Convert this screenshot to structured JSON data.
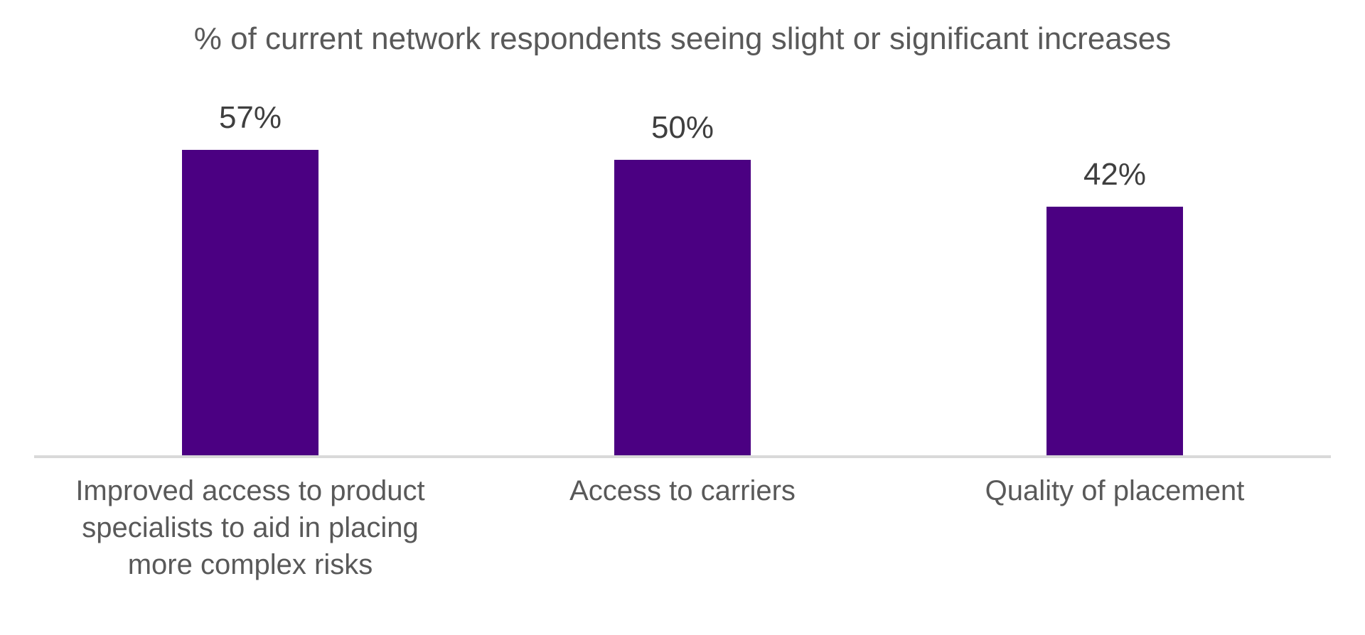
{
  "chart_data": {
    "type": "bar",
    "title": "% of current network respondents seeing slight or significant increases",
    "categories": [
      "Improved access to product specialists to aid in placing more complex risks",
      "Access to carriers",
      "Quality of placement"
    ],
    "values": [
      57,
      50,
      42
    ],
    "value_labels": [
      "57%",
      "50%",
      "42%"
    ],
    "xlabel": "",
    "ylabel": "",
    "ylim": [
      0,
      60
    ],
    "grid": false,
    "legend": "none",
    "bar_color": "#4b0082",
    "title_color": "#595959",
    "category_label_color": "#595959",
    "value_label_color": "#3f3f3f",
    "axis_line_color": "#d9d9d9",
    "background_color": "#ffffff"
  }
}
